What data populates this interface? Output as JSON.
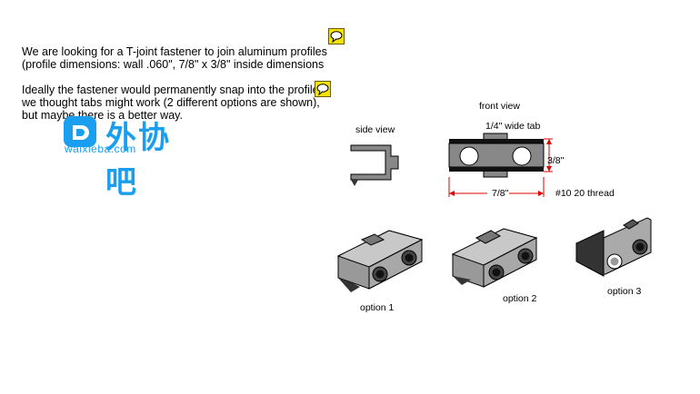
{
  "text": {
    "line1": "We are looking for a T-joint fastener to join aluminum profiles",
    "line2": "(profile dimensions: wall .060\", 7/8\" x 3/8\" inside dimensions",
    "line3": "Ideally the fastener would permanently snap into the profile",
    "line4": "we thought tabs might work (2 different options are shown),",
    "line5": "but maybe there is a better way."
  },
  "logo": {
    "brand": "外协吧",
    "site": "waixieba.com",
    "color": "#1a9ef0"
  },
  "labels": {
    "side_view": "side view",
    "front_view": "front view",
    "tab": "1/4\" wide tab",
    "height": "3/8\"",
    "width": "7/8\"",
    "thread": "#10 20 thread",
    "option1": "option 1",
    "option2": "option 2",
    "option3": "option 3"
  },
  "icons": {
    "comment": "comment-note-icon"
  },
  "colors": {
    "note": "#f4e200",
    "dimension": "#e00000",
    "part": "#888888"
  }
}
